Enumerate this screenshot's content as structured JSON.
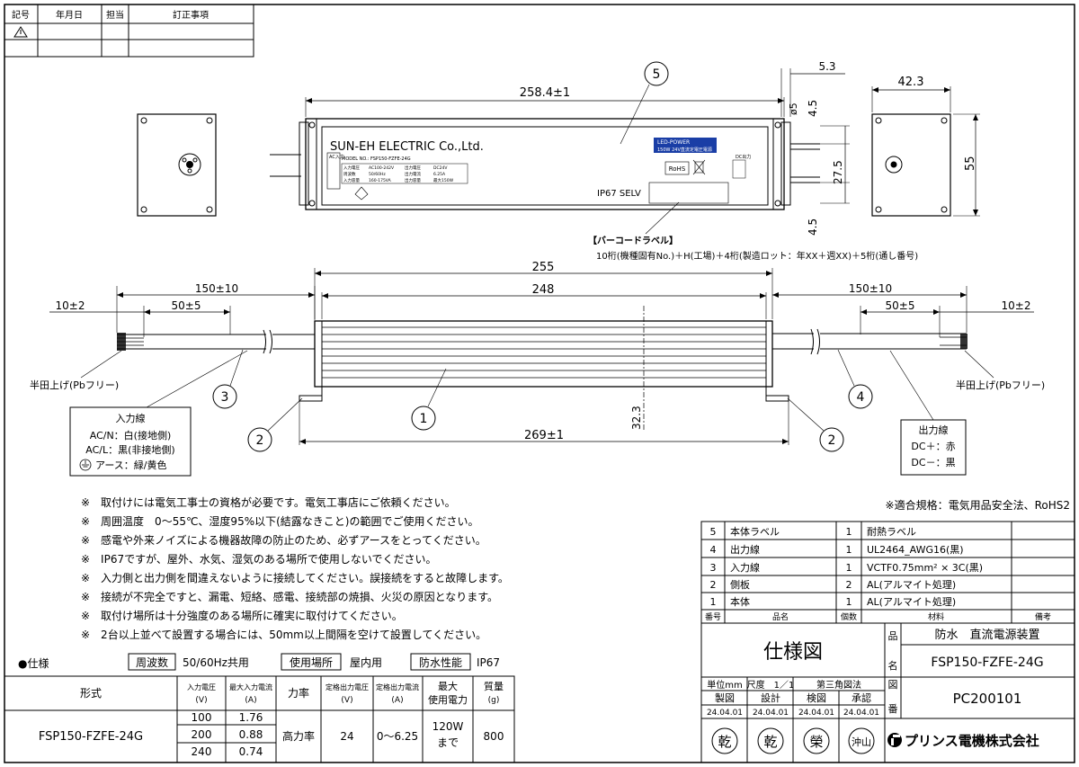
{
  "revision": {
    "headers": [
      "記号",
      "年月日",
      "担当",
      "訂正事項"
    ]
  },
  "drawing": {
    "dims": {
      "length_top": "258.4±1",
      "h_5_3": "5.3",
      "d5": "ø5",
      "v_4_5_top": "4.5",
      "v_27_5": "27.5",
      "v_4_5_bot": "4.5",
      "w_42_3": "42.3",
      "h_55": "55",
      "total_255": "255",
      "body_248": "248",
      "lead_left": "150±10",
      "lead_right": "150±10",
      "strip_left": "50±5",
      "strip_right": "50±5",
      "tip_left": "10±2",
      "tip_right": "10±2",
      "height_32_3": "32.3",
      "mount_269": "269±1"
    },
    "label": {
      "brand": "SUN-EH ELECTRIC Co.,Ltd.",
      "model_line": "MODEL NO.: FSP150-FZFE-24G",
      "ac_in": "AC入力",
      "dc_out": "DC出力",
      "led_power": "LED-POWER",
      "led_desc": "150W 24V直流定電圧電源",
      "rohs": "RoHS",
      "ip_rating": "IP67  SELV",
      "spec_rows": [
        [
          "入力電圧",
          "AC100-242V",
          "出力電圧",
          "DC24V"
        ],
        [
          "周波数",
          "50/60Hz",
          "出力電流",
          "6.25A"
        ],
        [
          "入力容量",
          "160-175VA",
          "出力容量",
          "最大150W"
        ]
      ]
    },
    "barcode_title": "【バーコードラベル】",
    "barcode_desc": "10桁(機種固有No.)＋H(工場)＋4桁(製造ロット：年XX＋週XX)＋5桁(通し番号)",
    "callouts": [
      "1",
      "2",
      "2",
      "3",
      "4",
      "5"
    ],
    "solder_left": "半田上げ(Pbフリー)",
    "solder_right": "半田上げ(Pbフリー)",
    "input_box": {
      "title": "入力線",
      "lines": [
        "AC/N：白(接地側)",
        "AC/L：黒(非接地側)",
        "アース：緑/黄色"
      ]
    },
    "output_box": {
      "title": "出力線",
      "lines": [
        "DC＋：赤",
        "DC－：黒"
      ]
    }
  },
  "notes": [
    "※　取付けには電気工事士の資格が必要です。電気工事店にご依頼ください。",
    "※　周囲温度　0〜55℃、湿度95%以下(結露なきこと)の範囲でご使用ください。",
    "※　感電や外来ノイズによる機器故障の防止のため、必ずアースをとってください。",
    "※　IP67ですが、屋外、水気、湿気のある場所で使用しないでください。",
    "※　入力側と出力側を間違えないように接続してください。誤接続をすると故障します。",
    "※　接続が不完全ですと、漏電、短絡、感電、接続部の焼損、火災の原因となります。",
    "※　取付け場所は十分強度のある場所に確実に取付けてください。",
    "※　2台以上並べて設置する場合には、50mm以上間隔を空けて設置してください。"
  ],
  "compliance": "※適合規格：電気用品安全法、RoHS2",
  "spec": {
    "heading": "●仕様",
    "freq_label": "周波数",
    "freq_value": "50/60Hz共用",
    "place_label": "使用場所",
    "place_value": "屋内用",
    "water_label": "防水性能",
    "water_value": "IP67",
    "headers": {
      "model": "形式",
      "in_v": "入力電圧",
      "in_v_unit": "(V)",
      "max_i": "最大入力電流",
      "max_i_unit": "(A)",
      "pf": "力率",
      "out_v": "定格出力電圧",
      "out_v_unit": "(V)",
      "out_i": "定格出力電流",
      "out_i_unit": "(A)",
      "max_p": "最大",
      "max_p2": "使用電力",
      "mass": "質量",
      "mass_unit": "(g)"
    },
    "model": "FSP150-FZFE-24G",
    "rows": [
      [
        "100",
        "1.76"
      ],
      [
        "200",
        "0.88"
      ],
      [
        "240",
        "0.74"
      ]
    ],
    "pf": "高力率",
    "out_v": "24",
    "out_i": "0〜6.25",
    "max_p": "120W",
    "max_p2": "まで",
    "mass": "800"
  },
  "parts": {
    "rows": [
      [
        "5",
        "本体ラベル",
        "1",
        "耐熱ラベル",
        ""
      ],
      [
        "4",
        "出力線",
        "1",
        "UL2464_AWG16(黒)",
        ""
      ],
      [
        "3",
        "入力線",
        "1",
        "VCTF0.75mm² × 3C(黒)",
        ""
      ],
      [
        "2",
        "側板",
        "2",
        "AL(アルマイト処理)",
        ""
      ],
      [
        "1",
        "本体",
        "1",
        "AL(アルマイト処理)",
        ""
      ]
    ],
    "headers": [
      "番号",
      "品名",
      "個数",
      "材料",
      "備考"
    ]
  },
  "title_block": {
    "title": "仕様図",
    "name_label_1": "品",
    "name_label_2": "名",
    "product_1": "防水　直流電源装置",
    "product_2": "FSP150-FZFE-24G",
    "unit": "単位mm",
    "scale": "尺度　1／1",
    "projection": "第三角図法",
    "roles": [
      "製図",
      "設計",
      "検図",
      "承認"
    ],
    "dates": [
      "24.04.01",
      "24.04.01",
      "24.04.01",
      "24.04.01"
    ],
    "stamps": [
      "乾",
      "乾",
      "榮",
      "沖山"
    ],
    "num_label_1": "図",
    "num_label_2": "番",
    "drawing_no": "PC200101",
    "company": "プリンス電機株式会社"
  }
}
